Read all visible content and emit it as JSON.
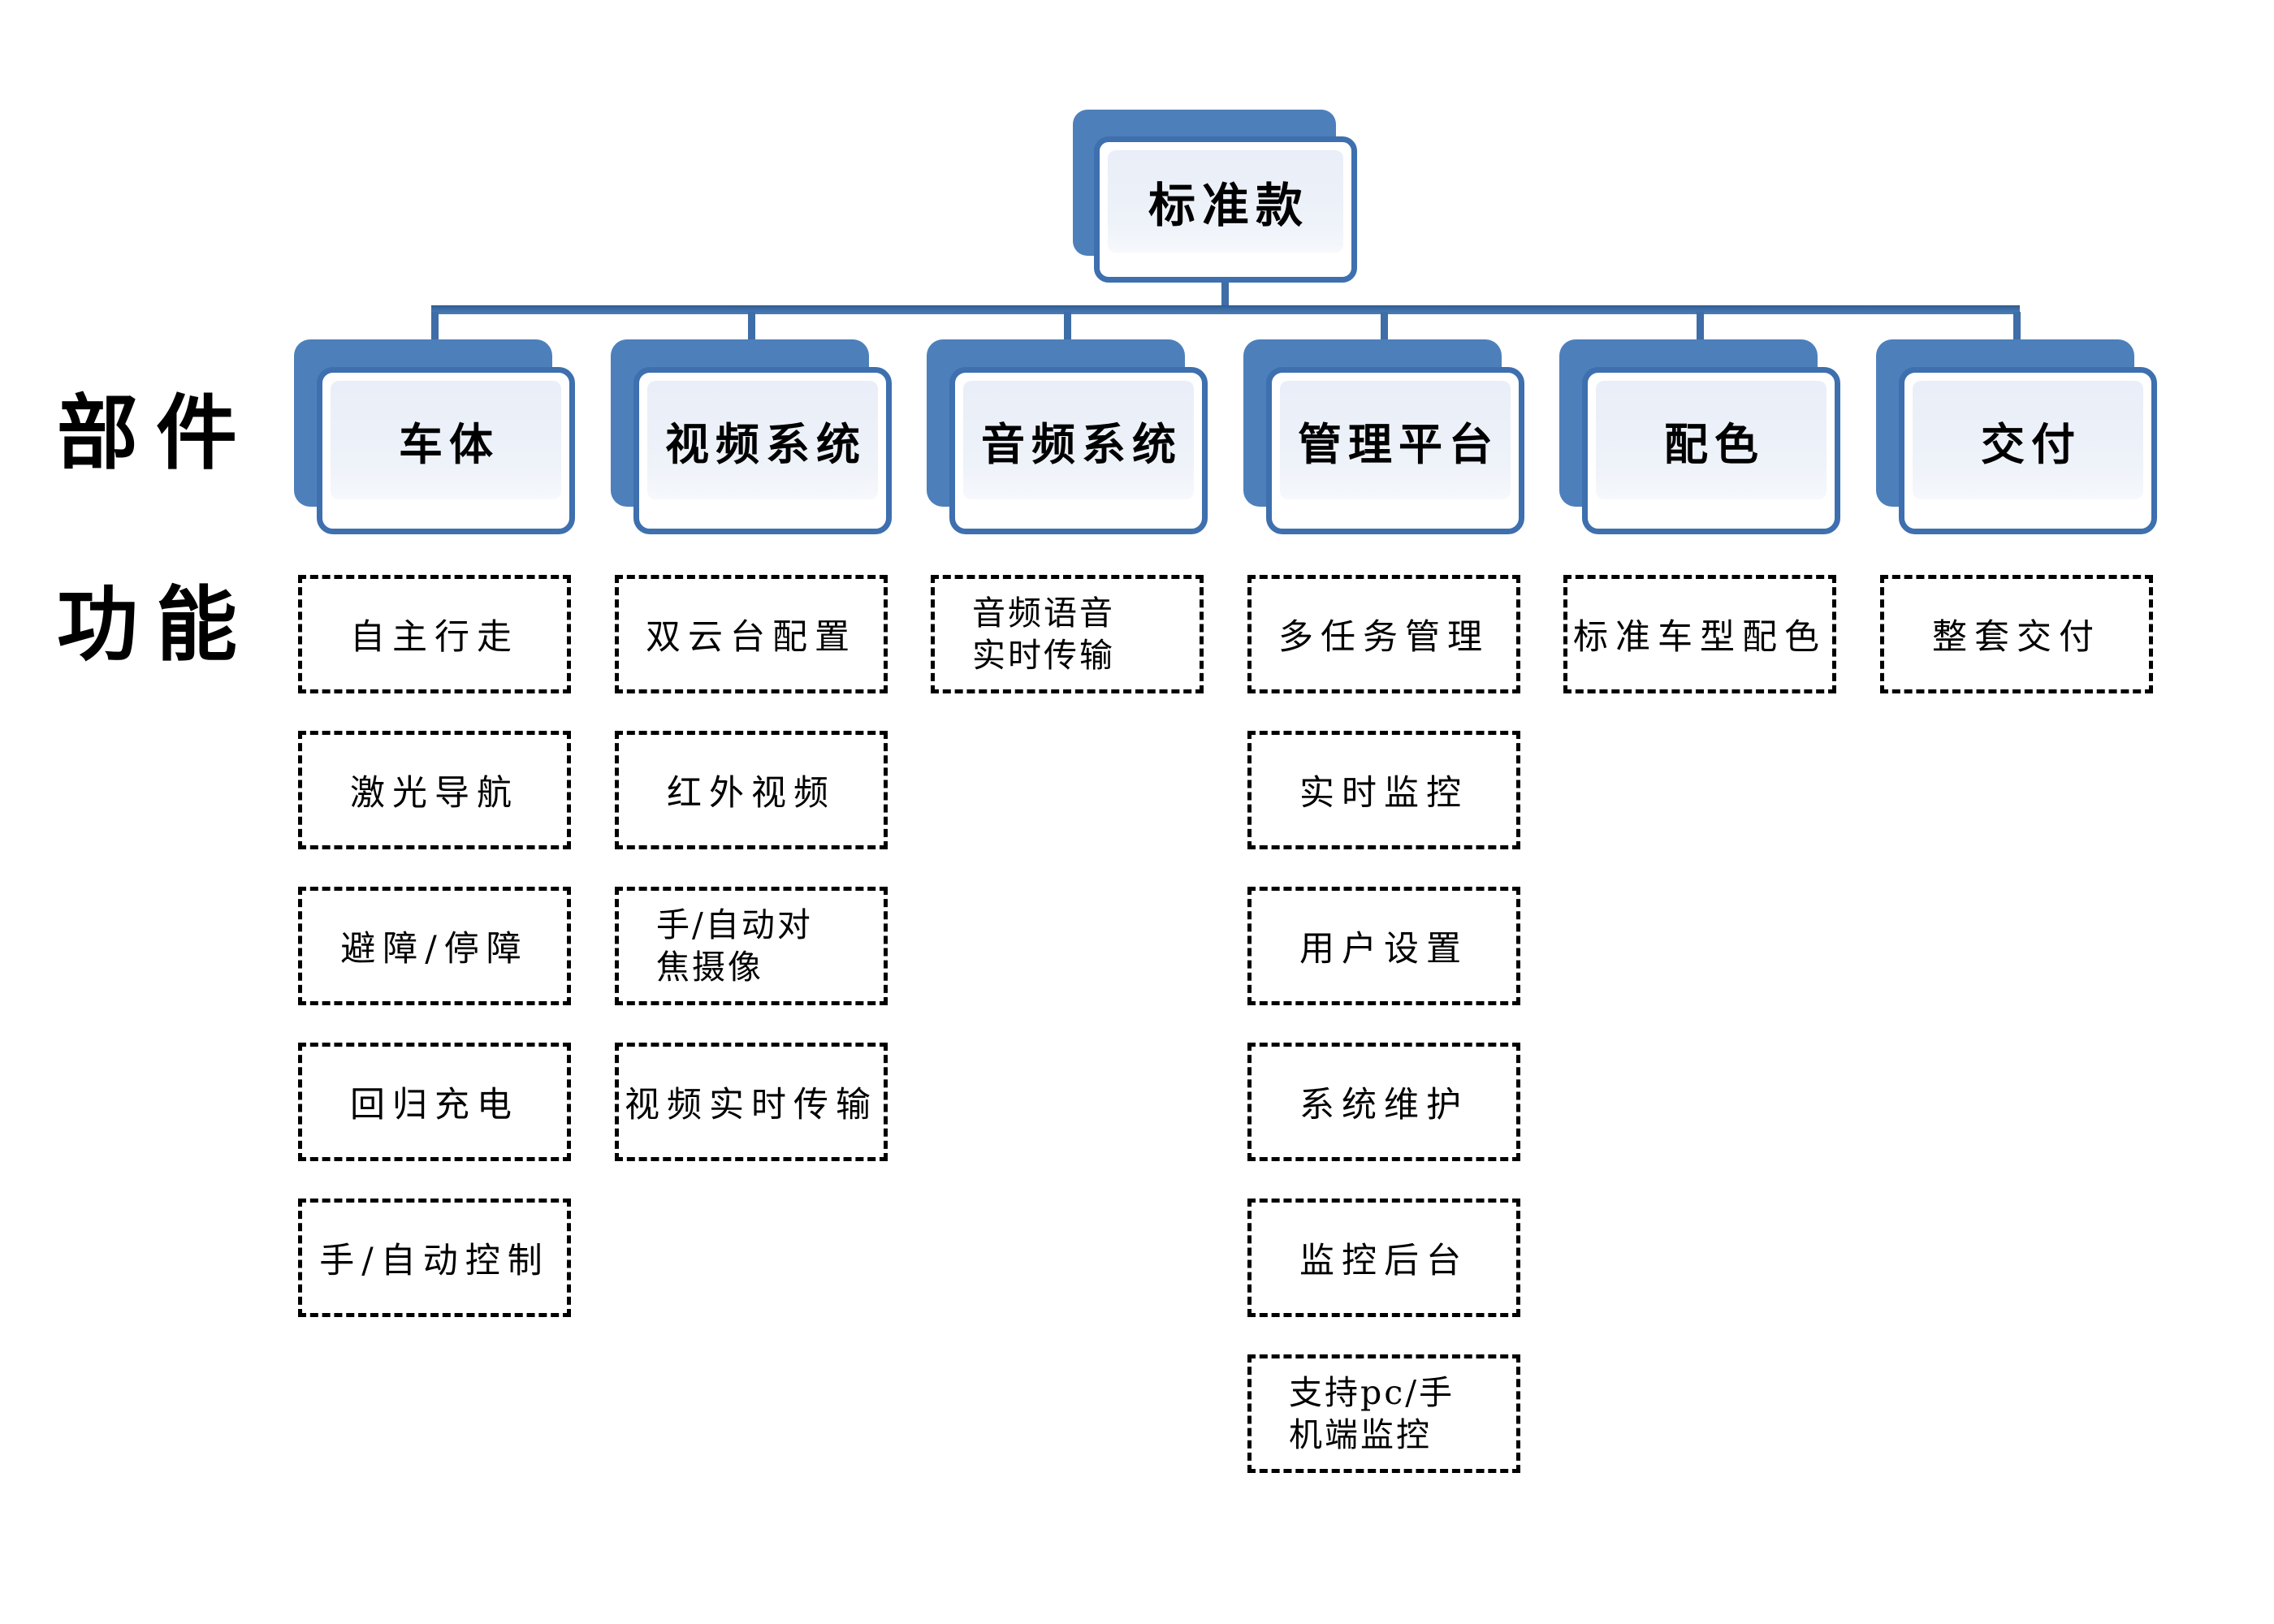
{
  "row_labels": {
    "components": "部件",
    "functions": "功能"
  },
  "root": {
    "label": "标准款"
  },
  "columns": [
    {
      "label": "车体",
      "features": [
        "自主行走",
        "激光导航",
        "避障/停障",
        "回归充电",
        "手/自动控制"
      ]
    },
    {
      "label": "视频系统",
      "features": [
        "双云台配置",
        "红外视频",
        "手/自动对\n焦摄像",
        "视频实时传输"
      ]
    },
    {
      "label": "音频系统",
      "features": [
        "音频语音\n实时传输"
      ]
    },
    {
      "label": "管理平台",
      "features": [
        "多任务管理",
        "实时监控",
        "用户设置",
        "系统维护",
        "监控后台",
        "支持pc/手\n机端监控"
      ]
    },
    {
      "label": "配色",
      "features": [
        "标准车型配色"
      ]
    },
    {
      "label": "交付",
      "features": [
        "整套交付"
      ]
    }
  ],
  "colors": {
    "card_blue": "#4d80bb",
    "card_border": "#3e6fae",
    "card_panel": "#e9eef8",
    "connector": "#3e6da7",
    "dashed_border": "#000000",
    "text": "#000000",
    "background": "#ffffff"
  }
}
